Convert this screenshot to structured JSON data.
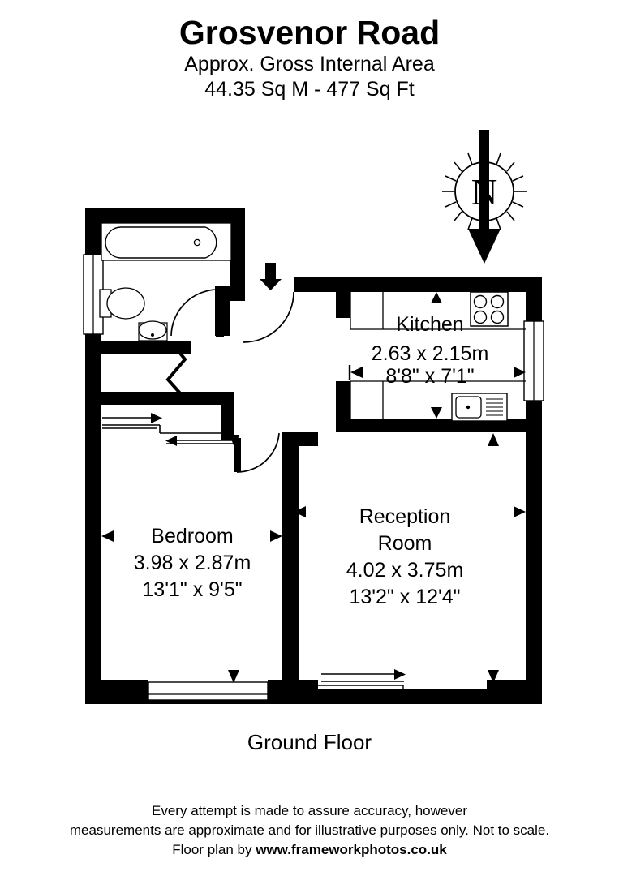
{
  "header": {
    "title": "Grosvenor Road",
    "subtitle_line1": "Approx. Gross Internal Area",
    "subtitle_line2": "44.35 Sq M  -  477 Sq Ft"
  },
  "compass": {
    "label": "N"
  },
  "plan": {
    "floor_label": "Ground Floor",
    "rooms": [
      {
        "id": "kitchen",
        "name": "Kitchen",
        "metric": "2.63 x 2.15m",
        "imperial": "8'8\" x 7'1\""
      },
      {
        "id": "bedroom",
        "name": "Bedroom",
        "metric": "3.98 x 2.87m",
        "imperial": "13'1\" x 9'5\""
      },
      {
        "id": "reception",
        "name_line1": "Reception",
        "name_line2": "Room",
        "metric": "4.02 x 3.75m",
        "imperial": "13'2\" x 12'4\""
      }
    ],
    "fixtures": [
      "bathtub",
      "toilet",
      "wash-basin",
      "kitchen-hob",
      "kitchen-sink"
    ]
  },
  "footer": {
    "line1": "Every attempt is made to assure accuracy, however",
    "line2": "measurements are approximate and for illustrative purposes only. Not to scale.",
    "line3_prefix": "Floor plan by ",
    "line3_link": "www.frameworkphotos.co.uk"
  },
  "colors": {
    "wall": "#000000",
    "background": "#ffffff",
    "fixture_stroke": "#2b2b2b"
  }
}
